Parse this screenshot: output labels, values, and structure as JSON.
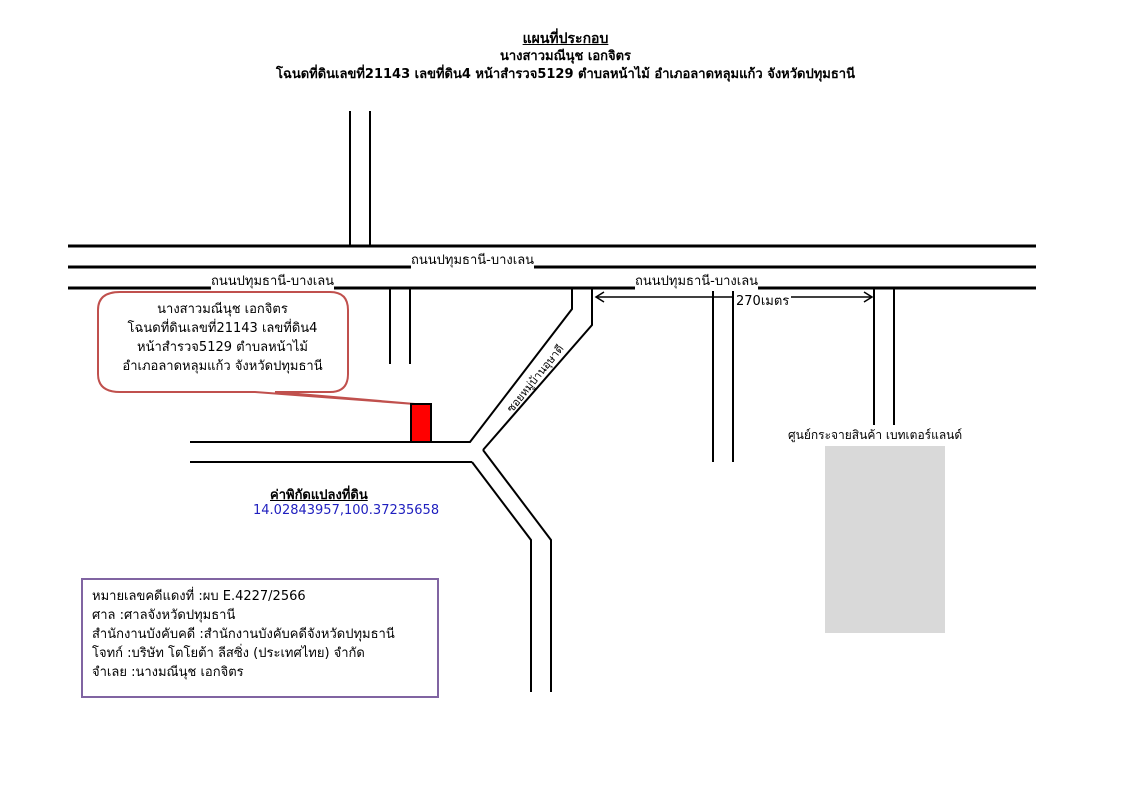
{
  "header": {
    "title": "แผนที่ประกอบ",
    "owner": "นางสาวมณีนุช เอกจิตร",
    "deed": "โฉนดที่ดินเลขที่21143 เลขที่ดิน4 หน้าสำรวจ5129 ตำบลหน้าไม้ อำเภอลาดหลุมแก้ว จังหวัดปทุมธานี"
  },
  "roads": {
    "main_center": "ถนนปทุมธานี-บางเลน",
    "main_left": "ถนนปทุมธานี-บางเลน",
    "main_right": "ถนนปทุมธานี-บางเลน",
    "soi": "ซอยหมู่บ้านอุษาดี",
    "distance": "270เมตร"
  },
  "callout": {
    "line1": "นางสาวมณีนุช เอกจิตร",
    "line2": "โฉนดที่ดินเลขที่21143 เลขที่ดิน4",
    "line3": "หน้าสำรวจ5129 ตำบลหน้าไม้",
    "line4": "อำเภอลาดหลุมแก้ว จังหวัดปทุมธานี"
  },
  "coordinates": {
    "title": "ค่าพิกัดแปลงที่ดิน",
    "value": "14.02843957,100.37235658"
  },
  "landmark": {
    "label": "ศูนย์กระจายสินค้า เบทเตอร์แลนด์"
  },
  "case_info": {
    "line1": "หมายเลขคดีแดงที่ :ผบ E.4227/2566",
    "line2": "ศาล :ศาลจังหวัดปทุมธานี",
    "line3": "สำนักงานบังคับคดี :สำนักงานบังคับคดีจังหวัดปทุมธานี",
    "line4": "โจทก์ :บริษัท โตโยต้า ลีสซิ่ง (ประเทศไทย) จำกัด",
    "line5": "จำเลย :นางมณีนุช เอกจิตร"
  },
  "colors": {
    "parcel": "#ff0000",
    "callout_border": "#c0504d",
    "case_border": "#8064a2",
    "coord_text": "#1f1fbf",
    "warehouse": "#d9d9d9"
  }
}
